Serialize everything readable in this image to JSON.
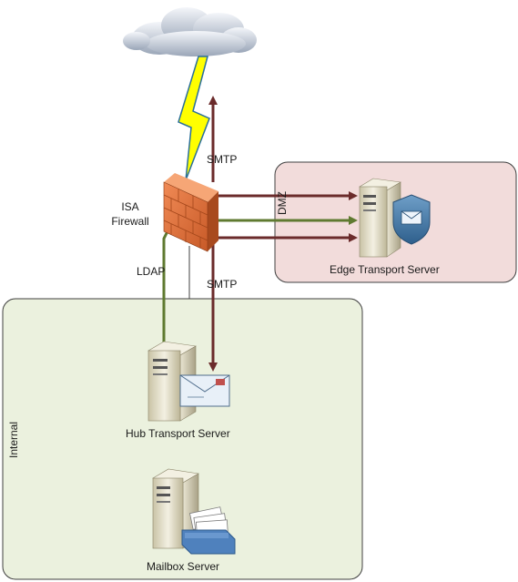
{
  "labels": {
    "isa_line1": "ISA",
    "isa_line2": "Firewall",
    "smtp_top": "SMTP",
    "smtp_bottom": "SMTP",
    "ldap": "LDAP",
    "dmz": "DMZ",
    "internal": "Internal",
    "edge_server": "Edge Transport Server",
    "hub_server": "Hub Transport Server",
    "mailbox_server": "Mailbox Server"
  },
  "colors": {
    "dmz_fill": "#f2dcdb",
    "internal_fill": "#ebf1de",
    "smtp_arrow": "#6b2b2b",
    "ldap_arrow": "#5f7a30",
    "lightning": "#ffff00",
    "firewall": "#e0703a"
  },
  "icons": {
    "cloud": "cloud-icon",
    "lightning": "lightning-icon",
    "firewall": "firewall-icon",
    "edge": "server-shield-icon",
    "hub": "server-envelope-icon",
    "mailbox": "server-mailbox-icon"
  }
}
